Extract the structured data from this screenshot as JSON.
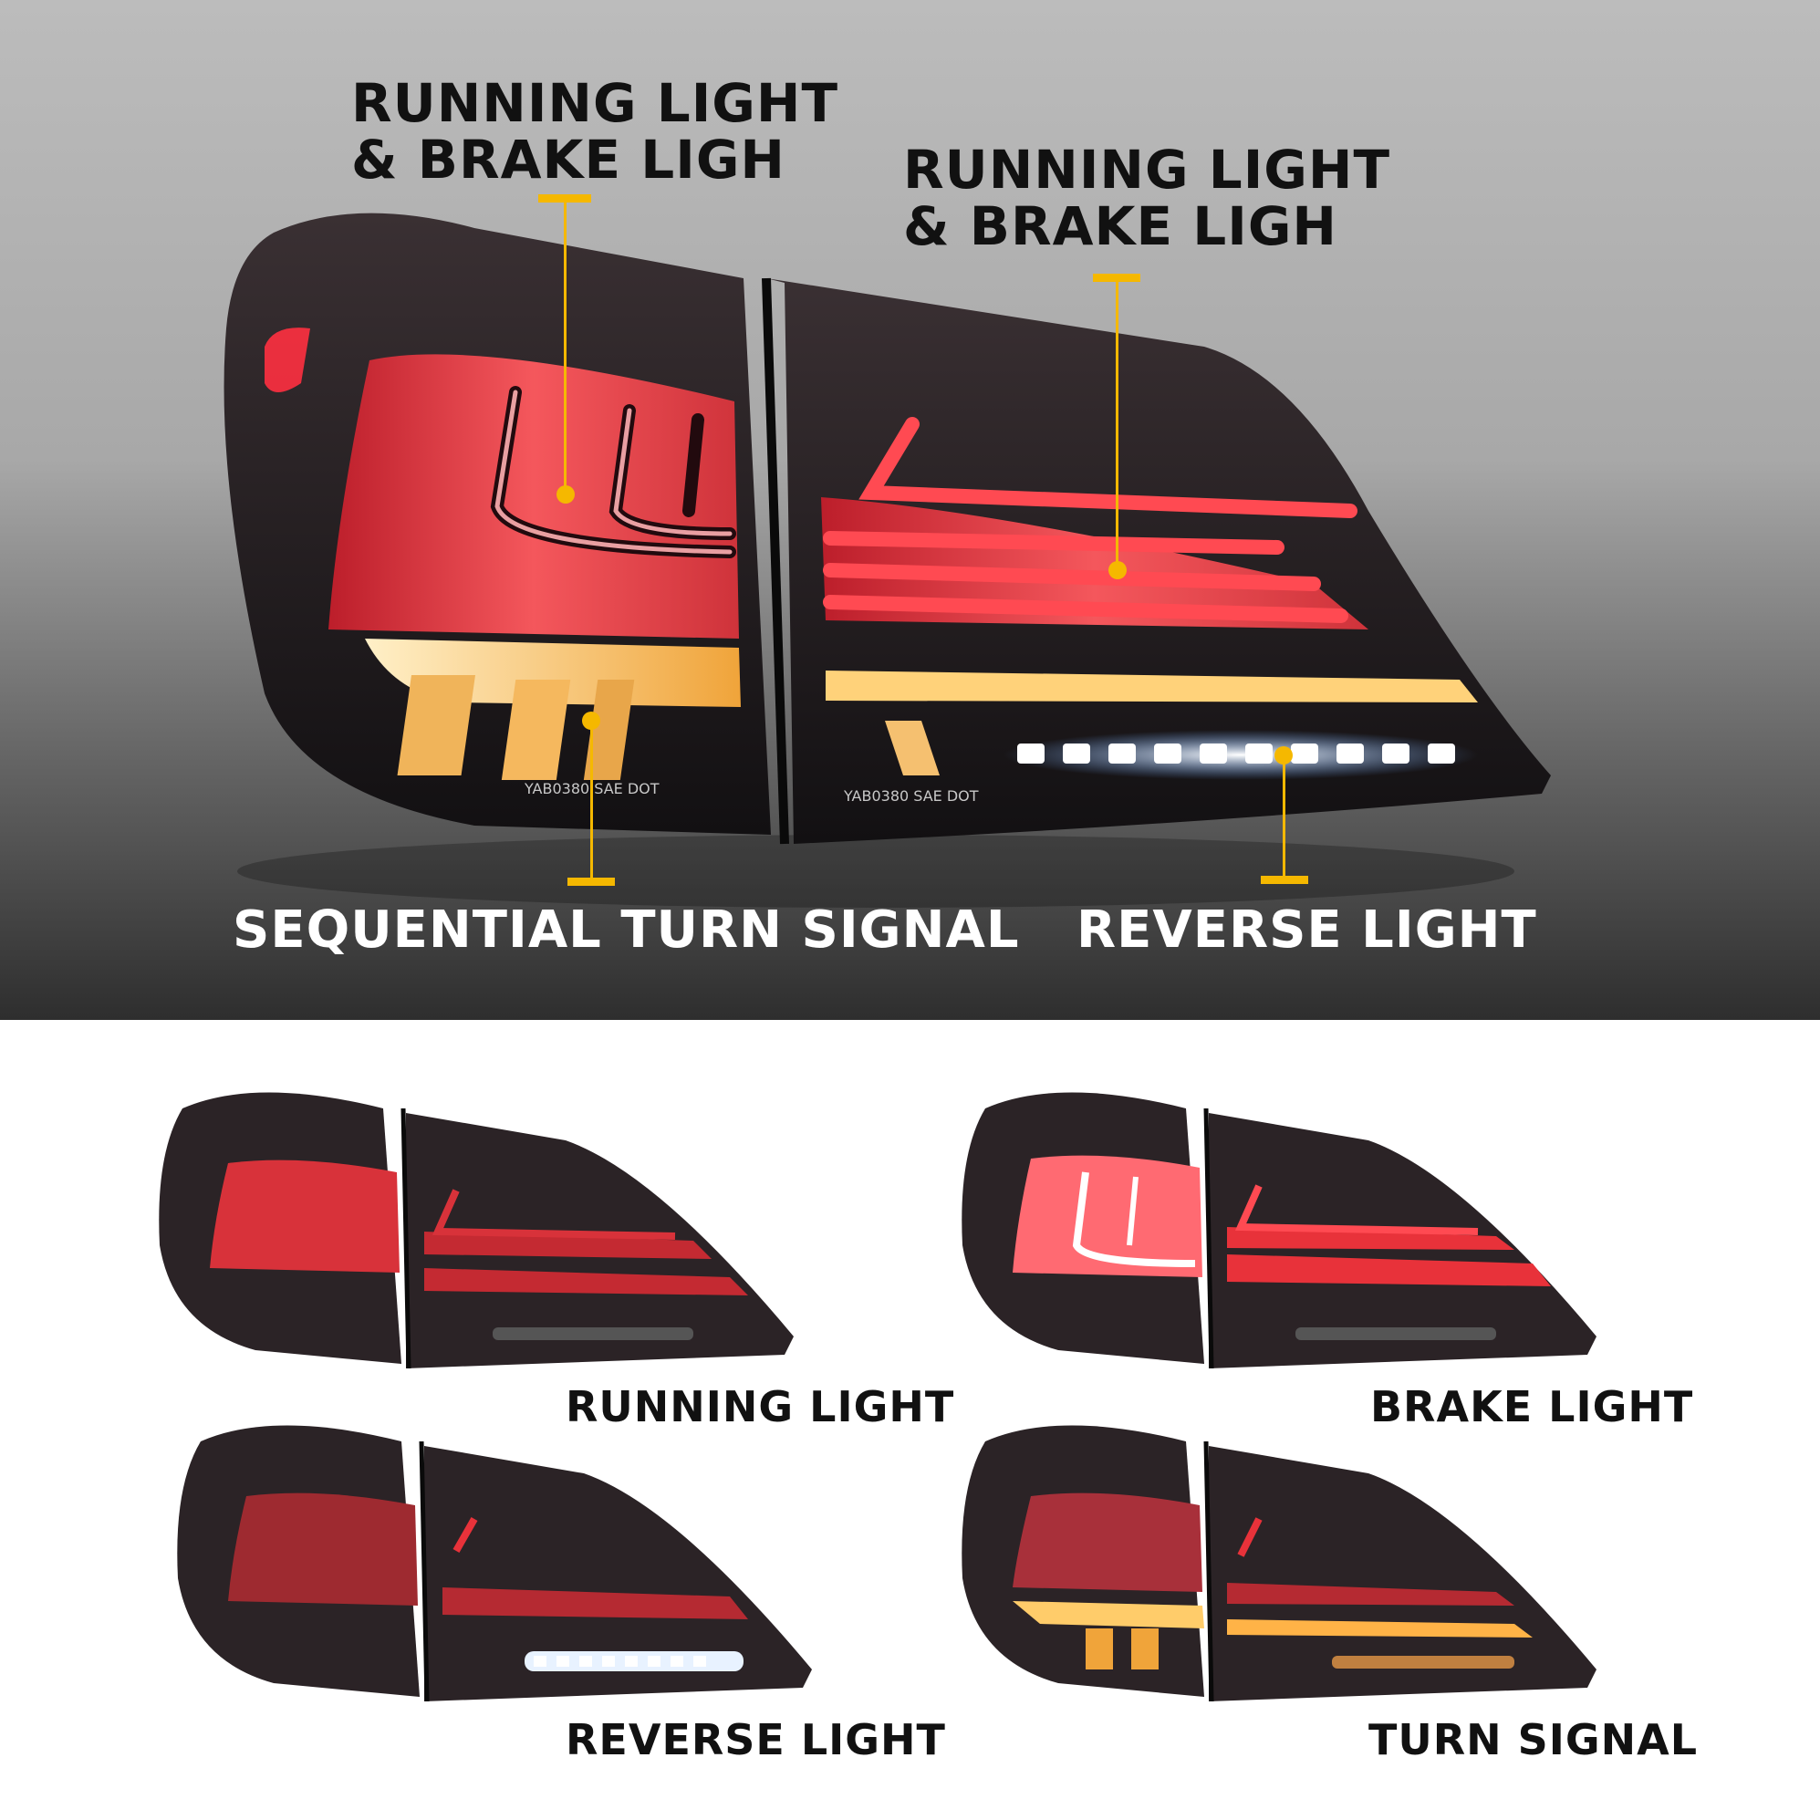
{
  "hero": {
    "callouts": [
      {
        "line1": "RUNNING LIGHT",
        "line2": "& BRAKE LIGH"
      },
      {
        "line1": "RUNNING LIGHT",
        "line2": "& BRAKE LIGH"
      },
      {
        "line1": "SEQUENTIAL TURN SIGNAL"
      },
      {
        "line1": "REVERSE LIGHT"
      }
    ],
    "lens_marking": "YAB0380 SAE DOT"
  },
  "modes": [
    {
      "caption": "RUNNING LIGHT",
      "state": "running"
    },
    {
      "caption": "BRAKE LIGHT",
      "state": "brake"
    },
    {
      "caption": "REVERSE LIGHT",
      "state": "reverse"
    },
    {
      "caption": "TURN SIGNAL",
      "state": "turn"
    }
  ],
  "colors": {
    "callout": "#f5b800",
    "red_lamp": "#e8323a",
    "amber_lamp": "#ffb347",
    "reverse_lamp": "#e8f2ff"
  }
}
